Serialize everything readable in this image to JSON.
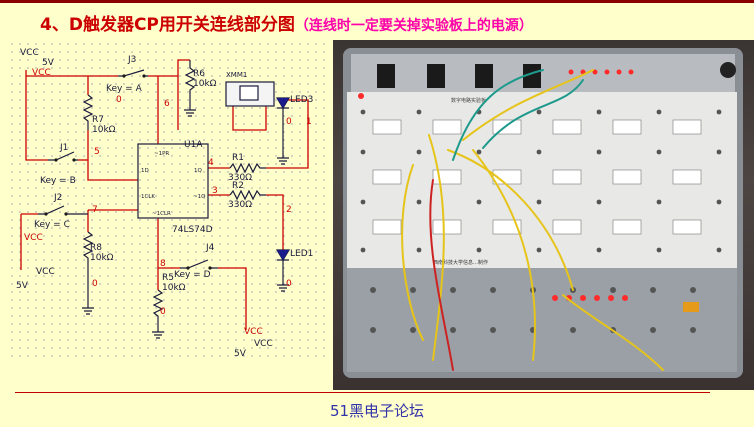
{
  "title": {
    "main": "4、D触发器CP用开关连线部分图",
    "note": "（连线时一定要关掉实验板上的电源）"
  },
  "circuit": {
    "supply_top": {
      "vcc": "VCC",
      "volt": "5V",
      "vcc_red": "VCC"
    },
    "supply_left": {
      "vcc": "VCC",
      "volt": "5V"
    },
    "supply_bottom": {
      "vcc": "VCC",
      "vcc_red": "VCC",
      "volt": "5V"
    },
    "switches": {
      "j1": {
        "ref": "J1",
        "key": "Key = B"
      },
      "j2": {
        "ref": "J2",
        "key": "Key = C",
        "vcc": "VCC"
      },
      "j3": {
        "ref": "J3",
        "key": "Key = A"
      },
      "j4": {
        "ref": "J4",
        "key": "Key = D"
      }
    },
    "resistors": {
      "r1": {
        "ref": "R1",
        "value": "330Ω"
      },
      "r2": {
        "ref": "R2",
        "value": "330Ω"
      },
      "r5": {
        "ref": "R5",
        "value": "10kΩ"
      },
      "r6": {
        "ref": "R6",
        "value": "10kΩ"
      },
      "r7": {
        "ref": "R7",
        "value": "10kΩ"
      },
      "r8": {
        "ref": "R8",
        "value": "10kΩ"
      }
    },
    "chip": {
      "ref": "U1A",
      "part": "74LS74D",
      "pins": {
        "pr": "~1PR",
        "d": "1D",
        "q": "1Q",
        "clk": "1CLK",
        "nq": "~1Q",
        "clr": "~1CLR"
      }
    },
    "meter": {
      "ref": "XMM1"
    },
    "leds": {
      "led1": "LED1",
      "led3": "LED3"
    },
    "nets": {
      "n0a": "0",
      "n0b": "0",
      "n0c": "0",
      "n0d": "0",
      "n0e": "0",
      "n1": "1",
      "n2": "2",
      "n3": "3",
      "n4": "4",
      "n5": "5",
      "n6": "6",
      "n7": "7",
      "n8": "8"
    }
  },
  "photo": {
    "description_label": "数字电路实验板",
    "bottom_label": "西南科技大学信息…制作"
  },
  "footer": "51黑电子论坛",
  "colors": {
    "background": "#ffffcc",
    "title": "#cc0000",
    "note": "#ff00aa",
    "wire": "#cc0000",
    "component": "#1a1a8c",
    "net_label": "#cc0000",
    "footer": "#3333aa"
  }
}
